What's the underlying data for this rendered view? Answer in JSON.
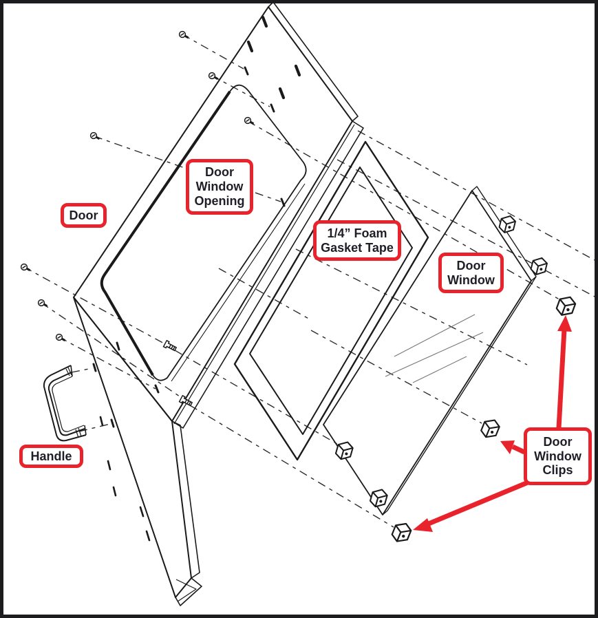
{
  "diagram": {
    "type": "exploded-assembly-diagram",
    "subject": "Door window assembly",
    "labels": {
      "door": "Door",
      "door_window_opening": "Door Window Opening",
      "foam_gasket_tape": "1/4” Foam Gasket Tape",
      "door_window": "Door Window",
      "handle": "Handle",
      "door_window_clips": "Door Window Clips"
    },
    "callout_style": {
      "accent_red": "#e8232c",
      "text_ink": "#1e1e26",
      "line_black": "#1a1a1a",
      "background": "#ffffff",
      "page_border": "#1c1c1f"
    },
    "parts_depicted": {
      "screw_count_loose": 7,
      "screw_count_inserted": 2,
      "clip_count": 7,
      "arrow_count": 3
    }
  }
}
